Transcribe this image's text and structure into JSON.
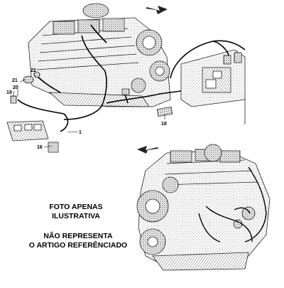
{
  "notice": {
    "line1": "FOTO APENAS",
    "line2": "ILUSTRATIVA",
    "line3": "NÃO REPRESENTA",
    "line4": "O ARTIGO REFERÊNCIADO"
  },
  "callouts": {
    "c1": "1",
    "c16": "16",
    "c18": "18",
    "c19": "19",
    "c20": "20",
    "c21": "21",
    "c22": "22"
  }
}
